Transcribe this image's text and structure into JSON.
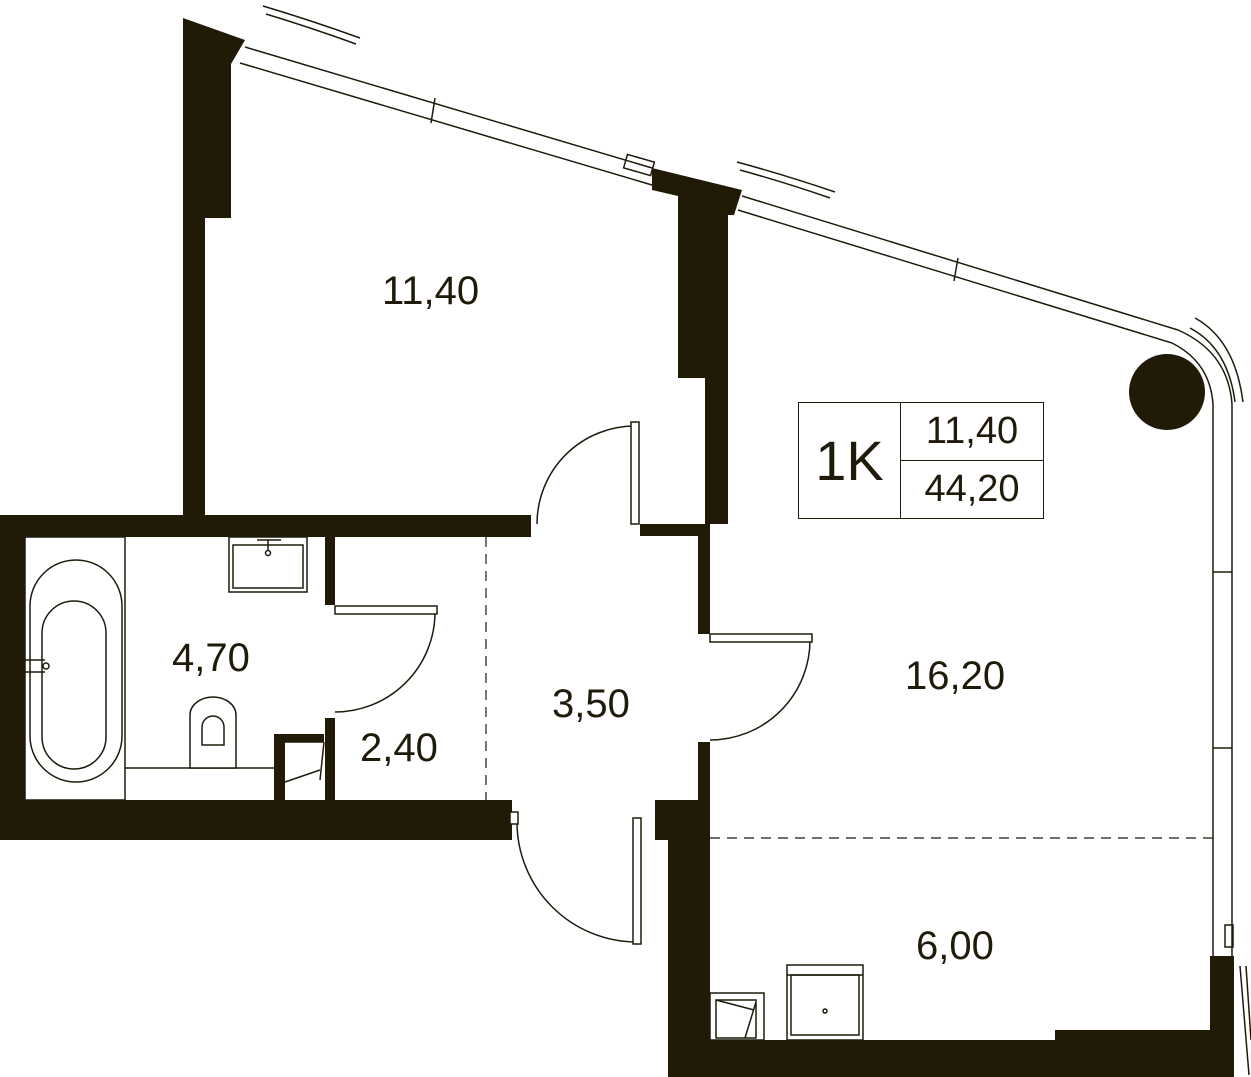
{
  "plan": {
    "type": "1K",
    "living_area": "11,40",
    "total_area": "44,20",
    "rooms": {
      "bedroom": "11,40",
      "living_room": "16,20",
      "kitchen": "6,00",
      "bathroom": "4,70",
      "hall": "3,50",
      "wardrobe": "2,40"
    }
  },
  "colors": {
    "wall": "#211a06",
    "line": "#1f1a0a",
    "background": "#ffffff"
  }
}
